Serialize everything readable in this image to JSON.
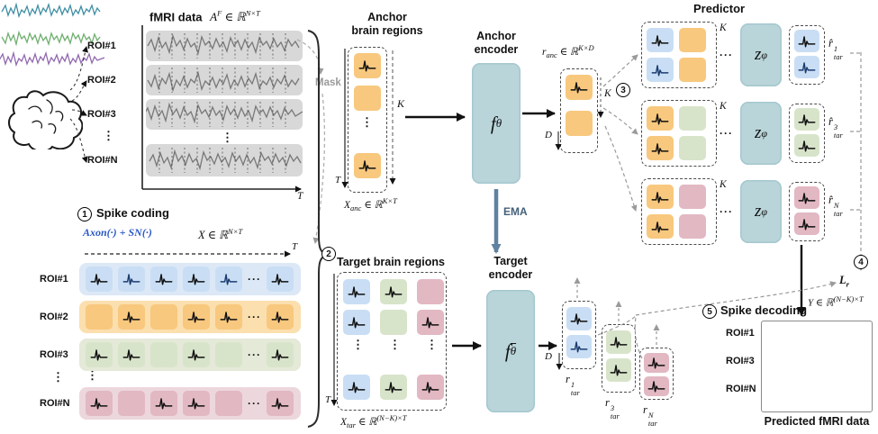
{
  "sym": {
    "vdots": "⋮",
    "hdots": "···"
  },
  "steps": {
    "one": "1",
    "two": "2",
    "three": "3",
    "four": "4",
    "five": "5"
  },
  "colors": {
    "tile_blue": "#c9def4",
    "tile_orange": "#f8c87e",
    "tile_green": "#d8e4ca",
    "tile_pink": "#e2b8c3",
    "encoder_teal": "#b9d5da",
    "ema_arrow": "#5f82a0",
    "mask_gray": "#9a9a9a",
    "wave_teal": "#3f8ea3",
    "wave_green": "#6fae6f",
    "wave_purple": "#9068b0",
    "formula_blue": "#2b59c3"
  },
  "fmri": {
    "title": "fMRI data",
    "math": {
      "v": "A",
      "sup": "F",
      "set": "∈ ℝ",
      "dim": "N×T"
    },
    "rois": [
      "ROI#1",
      "ROI#2",
      "ROI#3",
      "ROI#N"
    ],
    "mask": "Mask",
    "axis_t": "T"
  },
  "spike_coding": {
    "title": "Spike coding",
    "formula": "Axon(·) + SN(·)",
    "math": {
      "v": "X",
      "set": "∈ ℝ",
      "dim": "N×T"
    },
    "axis_t": "T",
    "rois": [
      "ROI#1",
      "ROI#2",
      "ROI#3",
      "ROI#N"
    ]
  },
  "anchor": {
    "title_line1": "Anchor",
    "title_line2": "brain regions",
    "k": "K",
    "t": "T",
    "math": {
      "v": "X",
      "sub": "anc",
      "set": "∈ ℝ",
      "dim": "K×T"
    }
  },
  "anchor_encoder": {
    "title_line1": "Anchor",
    "title_line2": "encoder",
    "f": "f",
    "param": "θ"
  },
  "ema_label": "EMA",
  "r_anc": {
    "math": {
      "v": "r",
      "sub": "anc",
      "set": "∈ ℝ",
      "dim": "K×D"
    },
    "k": "K",
    "d": "D"
  },
  "target_regions": {
    "title": "Target brain regions",
    "t": "T",
    "math": {
      "v": "X",
      "sub": "tar",
      "set": "∈ ℝ",
      "dim": "(N−K)×T"
    }
  },
  "target_encoder": {
    "title_line1": "Target",
    "title_line2": "encoder",
    "f": "f",
    "param": "θ"
  },
  "target_outputs": {
    "d": "D",
    "labels": [
      {
        "v": "r",
        "sup": "1",
        "sub": "tar"
      },
      {
        "v": "r",
        "sup": "3",
        "sub": "tar"
      },
      {
        "v": "r",
        "sup": "N",
        "sub": "tar"
      }
    ]
  },
  "predictor": {
    "title": "Predictor",
    "k": "K",
    "z": "z",
    "param": "φ",
    "outputs": [
      {
        "v": "r̂",
        "sup": "1",
        "sub": "tar"
      },
      {
        "v": "r̂",
        "sup": "3",
        "sub": "tar"
      },
      {
        "v": "r̂",
        "sup": "N",
        "sub": "tar"
      }
    ],
    "loss": {
      "v": "L",
      "sub": "r"
    }
  },
  "decoding": {
    "title": "Spike decoding",
    "math": {
      "v": "Y",
      "set": "∈ ℝ",
      "dim": "(N−K)×T"
    },
    "rois": [
      "ROI#1",
      "ROI#3",
      "ROI#N"
    ],
    "caption": "Predicted fMRI data"
  }
}
